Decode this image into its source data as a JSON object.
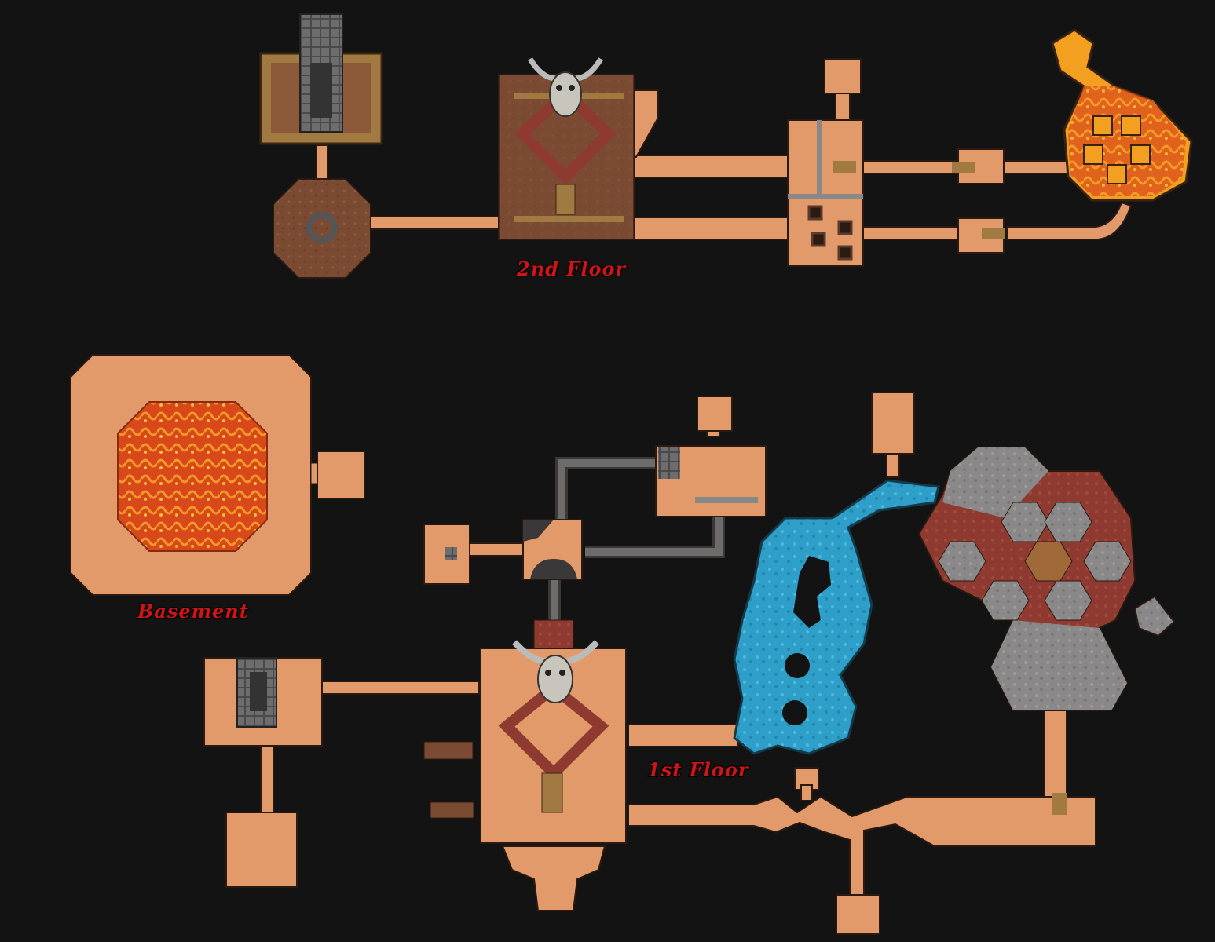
{
  "map": {
    "labels": {
      "second_floor": "2nd Floor",
      "basement": "Basement",
      "first_floor": "1st Floor"
    },
    "colors": {
      "background": "#141313",
      "floor": "#e29a6a",
      "lava": "#d8481a",
      "lava_bright": "#f3a021",
      "water": "#2e9fc9",
      "stone": "#8a8888",
      "red_stone": "#8e3a30",
      "wood": "#a07a40",
      "dirt": "#7a4a32",
      "label": "#d11416"
    },
    "icons": [
      "goat-skull-icon",
      "stairs-icon",
      "throne-icon"
    ]
  }
}
